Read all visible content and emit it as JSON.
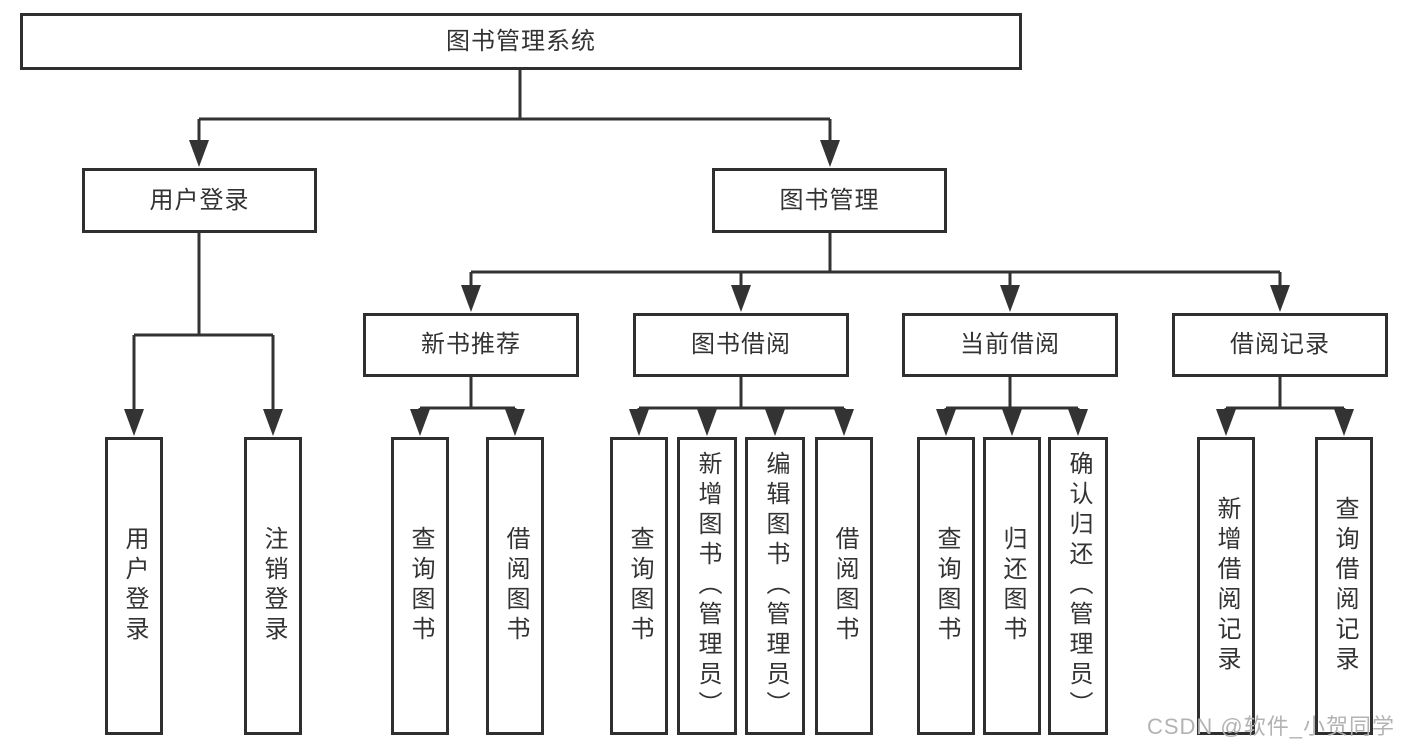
{
  "tree": {
    "root": {
      "label": "图书管理系统",
      "children": [
        {
          "label": "用户登录",
          "children": [
            {
              "label": "用户登录"
            },
            {
              "label": "注销登录"
            }
          ]
        },
        {
          "label": "图书管理",
          "children": [
            {
              "label": "新书推荐",
              "children": [
                {
                  "label": "查询图书"
                },
                {
                  "label": "借阅图书"
                }
              ]
            },
            {
              "label": "图书借阅",
              "children": [
                {
                  "label": "查询图书"
                },
                {
                  "label": "新增图书（管理员）"
                },
                {
                  "label": "编辑图书（管理员）"
                },
                {
                  "label": "借阅图书"
                }
              ]
            },
            {
              "label": "当前借阅",
              "children": [
                {
                  "label": "查询图书"
                },
                {
                  "label": "归还图书"
                },
                {
                  "label": "确认归还（管理员）"
                }
              ]
            },
            {
              "label": "借阅记录",
              "children": [
                {
                  "label": "新增借阅记录"
                },
                {
                  "label": "查询借阅记录"
                }
              ]
            }
          ]
        }
      ]
    }
  },
  "watermark": {
    "text": "CSDN @软件_小贺同学"
  },
  "colors": {
    "line": "#333333",
    "box_border": "#2f2f2f",
    "box_fill": "#ffffff",
    "text": "#333333",
    "watermark": "#b3b3b3"
  }
}
